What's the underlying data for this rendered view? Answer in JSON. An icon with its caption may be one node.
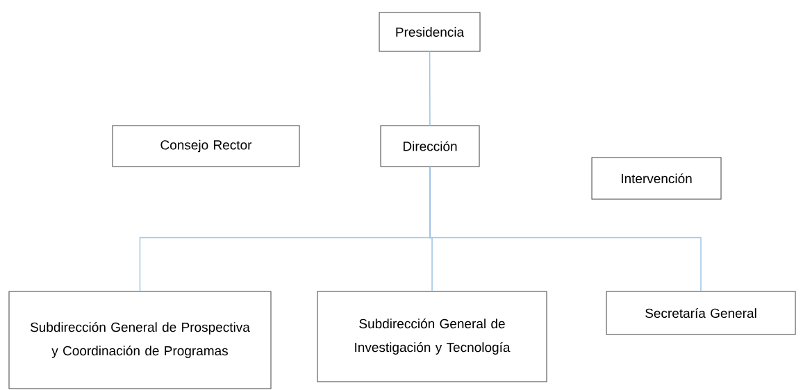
{
  "diagram": {
    "nodes": [
      {
        "text": [
          "Presidencia"
        ]
      },
      {
        "text": [
          "Consejo Rector"
        ]
      },
      {
        "text": [
          "Dirección"
        ]
      },
      {
        "text": [
          "Intervención"
        ]
      },
      {
        "text": [
          "Subdirección General de Prospectiva y Coordinación de Programas"
        ]
      },
      {
        "text": [
          "Subdirección General de Investigación y Tecnología"
        ]
      },
      {
        "text": [
          "Secretaría General"
        ]
      }
    ],
    "edges": [
      {
        "from": 0,
        "to": 2,
        "arrow": "none"
      },
      {
        "from": 2,
        "to": 4,
        "arrow": "none"
      },
      {
        "from": 2,
        "to": 5,
        "arrow": "none"
      },
      {
        "from": 2,
        "to": 6,
        "arrow": "none"
      }
    ]
  }
}
